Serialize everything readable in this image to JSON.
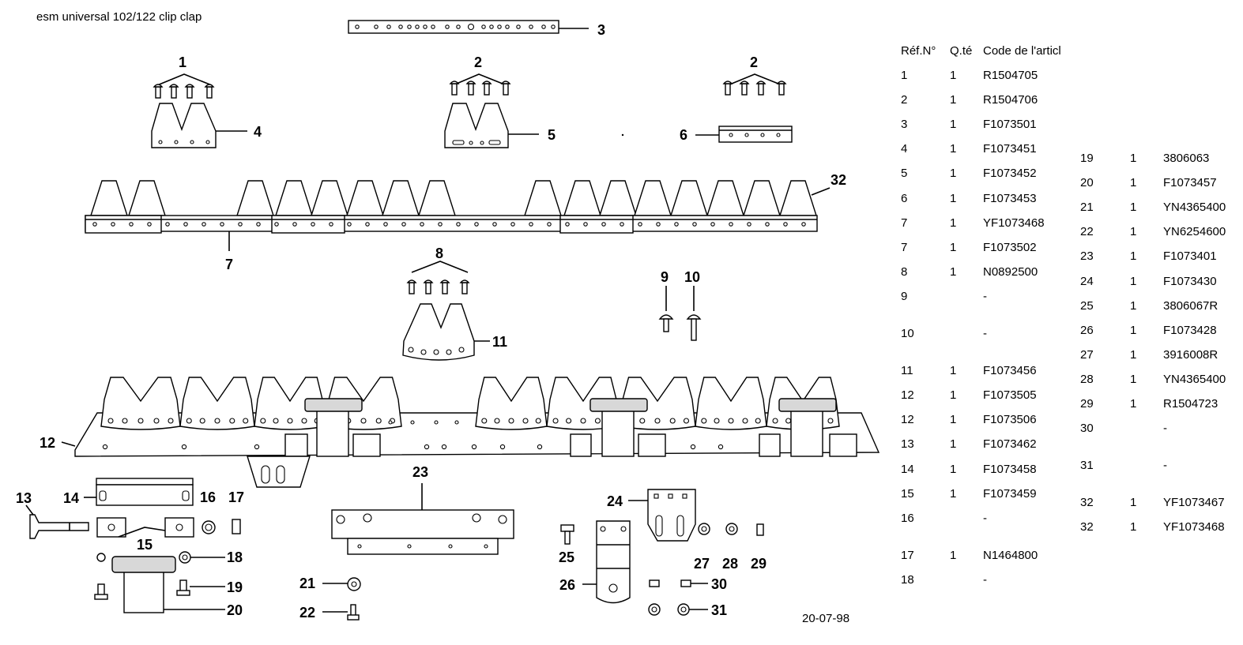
{
  "title": "esm universal 102/122 clip clap",
  "date": "20-07-98",
  "callouts": [
    {
      "label": "1"
    },
    {
      "label": "2"
    },
    {
      "label": "2"
    },
    {
      "label": "3"
    },
    {
      "label": "4"
    },
    {
      "label": "5"
    },
    {
      "label": "6"
    },
    {
      "label": "32"
    },
    {
      "label": "7"
    },
    {
      "label": "8"
    },
    {
      "label": "9"
    },
    {
      "label": "10"
    },
    {
      "label": "11"
    },
    {
      "label": "12"
    },
    {
      "label": "13"
    },
    {
      "label": "14"
    },
    {
      "label": "16"
    },
    {
      "label": "17"
    },
    {
      "label": "15"
    },
    {
      "label": "18"
    },
    {
      "label": "19"
    },
    {
      "label": "20"
    },
    {
      "label": "23"
    },
    {
      "label": "24"
    },
    {
      "label": "25"
    },
    {
      "label": "26"
    },
    {
      "label": "27"
    },
    {
      "label": "28"
    },
    {
      "label": "29"
    },
    {
      "label": "30"
    },
    {
      "label": "31"
    },
    {
      "label": "21"
    },
    {
      "label": "22"
    }
  ],
  "table_header": {
    "ref": "Réf.N°",
    "qty": "Q.té",
    "code": "Code de l'articl"
  },
  "table_left": [
    {
      "ref": "1",
      "qty": "1",
      "code": "R1504705"
    },
    {
      "ref": "2",
      "qty": "1",
      "code": "R1504706"
    },
    {
      "ref": "3",
      "qty": "1",
      "code": "F1073501"
    },
    {
      "ref": "4",
      "qty": "1",
      "code": "F1073451"
    },
    {
      "ref": "5",
      "qty": "1",
      "code": "F1073452"
    },
    {
      "ref": "6",
      "qty": "1",
      "code": "F1073453"
    },
    {
      "ref": "7",
      "qty": "1",
      "code": "YF1073468"
    },
    {
      "ref": "7",
      "qty": "1",
      "code": "F1073502"
    },
    {
      "ref": "8",
      "qty": "1",
      "code": "N0892500"
    },
    {
      "ref": "9",
      "qty": "",
      "code": "-"
    },
    {
      "ref": "10",
      "qty": "",
      "code": "-"
    },
    {
      "ref": "11",
      "qty": "1",
      "code": "F1073456"
    },
    {
      "ref": "12",
      "qty": "1",
      "code": "F1073505"
    },
    {
      "ref": "12",
      "qty": "1",
      "code": "F1073506"
    },
    {
      "ref": "13",
      "qty": "1",
      "code": "F1073462"
    },
    {
      "ref": "14",
      "qty": "1",
      "code": "F1073458"
    },
    {
      "ref": "15",
      "qty": "1",
      "code": "F1073459"
    },
    {
      "ref": "16",
      "qty": "",
      "code": "-"
    },
    {
      "ref": "17",
      "qty": "1",
      "code": "N1464800"
    },
    {
      "ref": "18",
      "qty": "",
      "code": "-"
    }
  ],
  "table_right": [
    {
      "ref": "19",
      "qty": "1",
      "code": "3806063"
    },
    {
      "ref": "20",
      "qty": "1",
      "code": "F1073457"
    },
    {
      "ref": "21",
      "qty": "1",
      "code": "YN4365400"
    },
    {
      "ref": "22",
      "qty": "1",
      "code": "YN6254600"
    },
    {
      "ref": "23",
      "qty": "1",
      "code": "F1073401"
    },
    {
      "ref": "24",
      "qty": "1",
      "code": "F1073430"
    },
    {
      "ref": "25",
      "qty": "1",
      "code": "3806067R"
    },
    {
      "ref": "26",
      "qty": "1",
      "code": "F1073428"
    },
    {
      "ref": "27",
      "qty": "1",
      "code": "3916008R"
    },
    {
      "ref": "28",
      "qty": "1",
      "code": "YN4365400"
    },
    {
      "ref": "29",
      "qty": "1",
      "code": "R1504723"
    },
    {
      "ref": "30",
      "qty": "",
      "code": "-"
    },
    {
      "ref": "31",
      "qty": "",
      "code": "-"
    },
    {
      "ref": "32",
      "qty": "1",
      "code": "YF1073467"
    },
    {
      "ref": "32",
      "qty": "1",
      "code": "YF1073468"
    }
  ]
}
